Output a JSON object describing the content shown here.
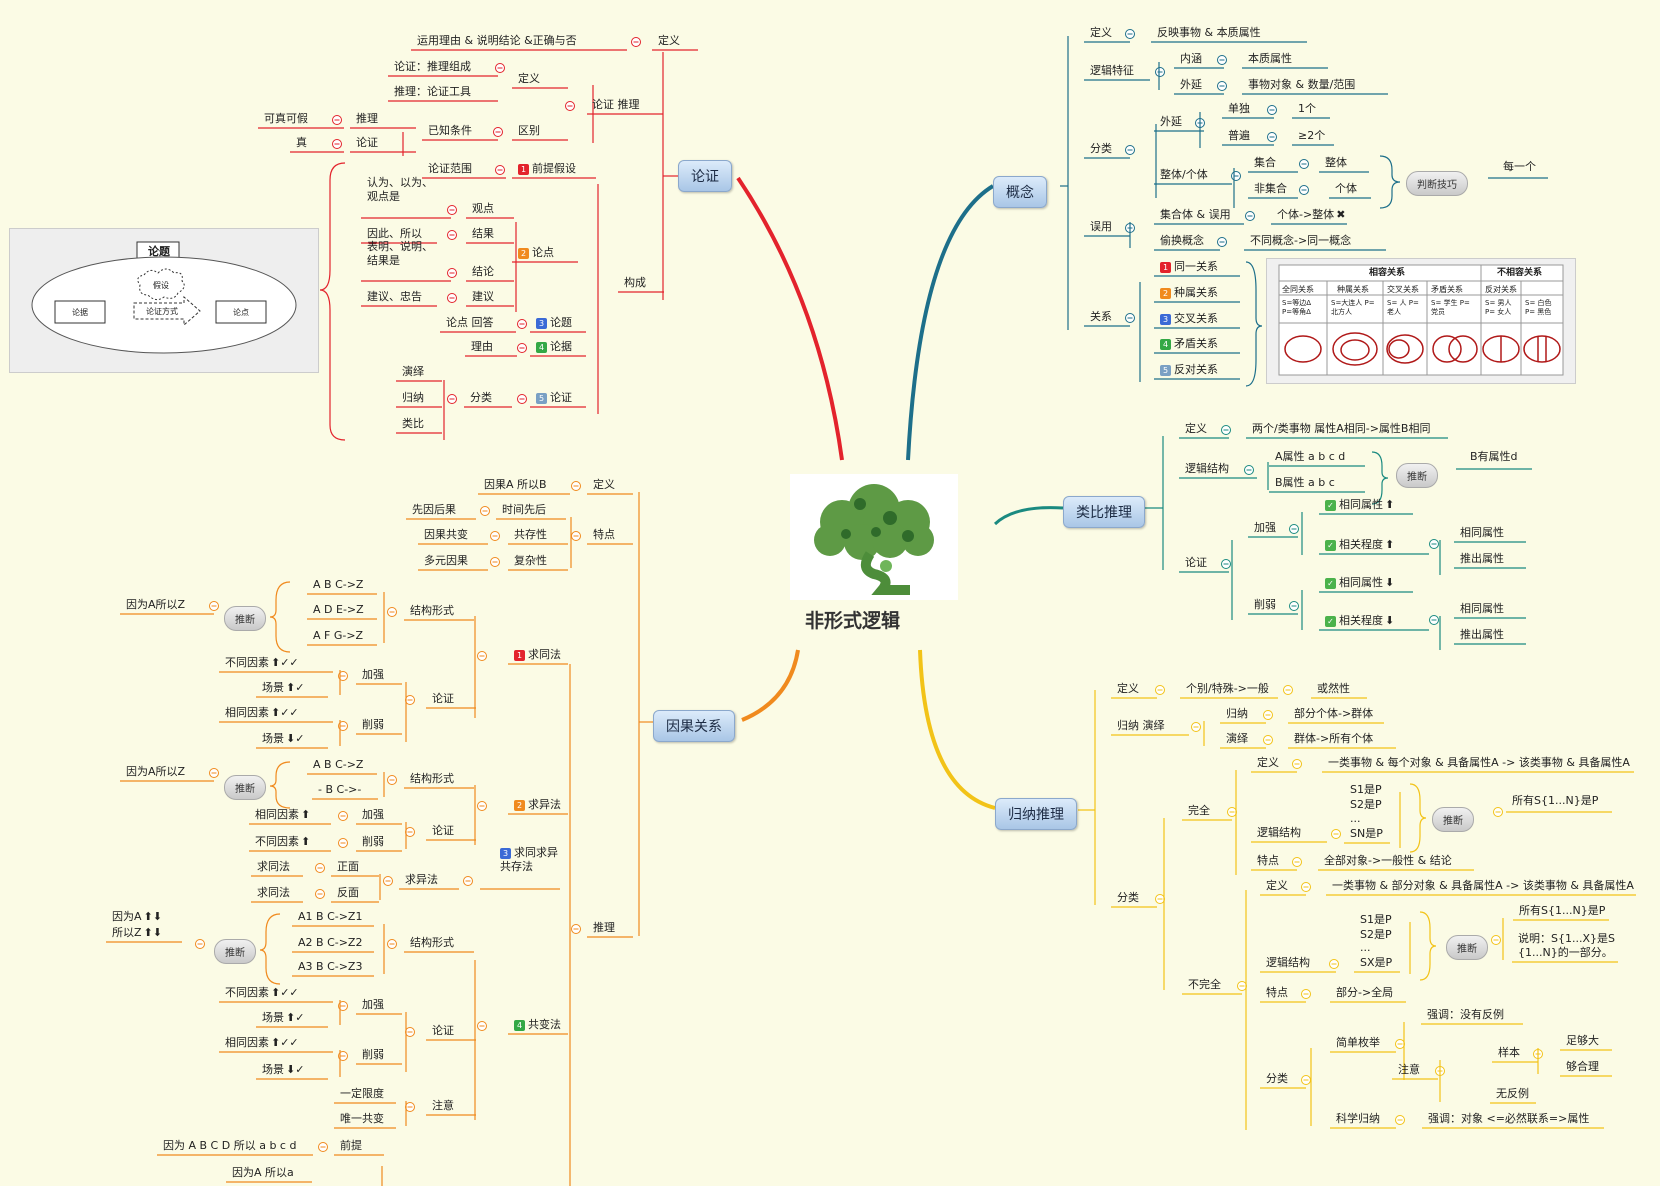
{
  "center": {
    "title": "非形式逻辑"
  },
  "main": {
    "lunzheng": "论证",
    "gainian": "概念",
    "leibi": "类比推理",
    "yinguo": "因果关系",
    "guina": "归纳推理"
  },
  "labels": {
    "tr1": "定义",
    "tr2": "运用理由 & 说明结论 &正确与否",
    "tr3": "论证 推理",
    "tr4": "定义",
    "tr5": "论证：推理组成",
    "tr6": "推理：论证工具",
    "tr7": "区别",
    "tr8": "已知条件",
    "tr9": "推理",
    "tr10": "可真可假",
    "tr11": "论证",
    "tr12": "真",
    "tr13": "构成",
    "tr14": "前提假设",
    "tr15": "论证范围",
    "tr16": "论点",
    "tr17": "观点",
    "tr18": "认为、以为、观点是",
    "tr19": "结果",
    "tr20": "因此、所以",
    "tr21": "结论",
    "tr22": "表明、说明、结果是",
    "tr23": "建议",
    "tr24": "建议、忠告",
    "tr25": "论题",
    "tr26": "论点 回答",
    "tr27": "论据",
    "tr28": "理由",
    "tr29": "论证",
    "tr30": "分类",
    "tr31": "演绎",
    "tr32": "归纳",
    "tr33": "类比",
    "g1": "定义",
    "g2": "反映事物 & 本质属性",
    "g3": "逻辑特征",
    "g4": "内涵",
    "g5": "本质属性",
    "g6": "外延",
    "g7": "事物对象 & 数量/范围",
    "g8": "分类",
    "g9": "外延",
    "g10": "单独",
    "g11": "1个",
    "g12": "普遍",
    "g13": "≥2个",
    "g14": "整体/个体",
    "g15": "集合",
    "g16": "整体",
    "g17": "非集合",
    "g18": "个体",
    "g19": "判断技巧",
    "g20": "每一个",
    "g21": "误用",
    "g22": "集合体 & 误用",
    "g23": "个体->整体",
    "g24": "偷换概念",
    "g25": "不同概念->同一概念",
    "g26": "关系",
    "g27": "同一关系",
    "g28": "种属关系",
    "g29": "交叉关系",
    "g30": "矛盾关系",
    "g31": "反对关系",
    "l1": "定义",
    "l2": "两个/类事物  属性A相同->属性B相同",
    "l3": "逻辑结构",
    "l4": "A属性 a b c d",
    "l5": "B属性 a b c",
    "l6": "推断",
    "l7": "B有属性d",
    "l8": "论证",
    "l9": "加强",
    "l10": "相同属性",
    "l11": "相关程度",
    "l12": "相同属性",
    "l13": "推出属性",
    "l14": "削弱",
    "l15": "相同属性",
    "l16": "相关程度",
    "l17": "相同属性",
    "l18": "推出属性",
    "y1": "定义",
    "y2": "因果A 所以B",
    "y3": "特点",
    "y4": "时间先后",
    "y5": "先因后果",
    "y6": "共存性",
    "y7": "因果共变",
    "y8": "复杂性",
    "y9": "多元因果",
    "y10": "推理",
    "y11": "求同法",
    "y12": "结构形式",
    "y13": "A B C->Z",
    "y14": "A D E->Z",
    "y15": "A F G->Z",
    "y16": "推断",
    "y17": "因为A所以Z",
    "y18": "论证",
    "y19": "加强",
    "y20": "不同因素",
    "y21": "场景",
    "y22": "削弱",
    "y23": "相同因素",
    "y24": "场景",
    "y25": "求异法",
    "y26": "结构形式",
    "y27": "A B C->Z",
    "y28": "- B C->-",
    "y29": "推断",
    "y30": "因为A所以Z",
    "y31": "论证",
    "y32": "加强",
    "y33": "相同因素",
    "y34": "削弱",
    "y35": "不同因素",
    "y36": "求同求异共存法",
    "y37": "求异法",
    "y38": "正面",
    "y39": "求同法",
    "y40": "反面",
    "y41": "求同法",
    "y42": "共变法",
    "y43": "结构形式",
    "y44": "A1 B C->Z1",
    "y45": "A2 B C->Z2",
    "y46": "A3 B C->Z3",
    "y47": "推断",
    "y48": "因为A",
    "y49": "所以Z",
    "y50": "论证",
    "y51": "加强",
    "y52": "不同因素",
    "y53": "场景",
    "y54": "削弱",
    "y55": "相同因素",
    "y56": "场景",
    "y57": "注意",
    "y58": "一定限度",
    "y59": "唯一共变",
    "y60": "前提",
    "y61": "因为 A B C D 所以 a b c d",
    "y62": "因为A 所以a",
    "n1": "定义",
    "n2": "个别/特殊->一般",
    "n3": "或然性",
    "n4": "归纳 演绎",
    "n5": "归纳",
    "n6": "部分个体->群体",
    "n7": "演绎",
    "n8": "群体->所有个体",
    "n9": "分类",
    "n10": "完全",
    "n11": "定义",
    "n12": "一类事物 & 每个对象 & 具备属性A -> 该类事物 & 具备属性A",
    "n13": "逻辑结构",
    "n14": "S1是P",
    "n15": "S2是P",
    "n16": "...",
    "n17": "SN是P",
    "n18": "推断",
    "n19": "所有S{1...N}是P",
    "n20": "特点",
    "n21": "全部对象->一般性 & 结论",
    "n22": "不完全",
    "n23": "定义",
    "n24": "一类事物 & 部分对象 & 具备属性A -> 该类事物 & 具备属性A",
    "n25": "所有S{1...N}是P",
    "n26": "说明：S{1...X}是S",
    "n27": "{1...N}的一部分。",
    "n28": "逻辑结构",
    "n29": "S1是P",
    "n30": "S2是P",
    "n31": "...",
    "n32": "SX是P",
    "n33": "推断",
    "n34": "特点",
    "n35": "部分->全局",
    "n36": "分类",
    "n37": "简单枚举",
    "n38": "强调：没有反例",
    "n39": "注意",
    "n40": "样本",
    "n41": "足够大",
    "n42": "够合理",
    "n43": "无反例",
    "n44": "科学归纳",
    "n45": "强调：对象 <=必然联系=>属性"
  },
  "thumb1": {
    "topic": "论题",
    "hyp": "假设",
    "arg": "论据",
    "mode": "论证方式",
    "pt": "论点"
  },
  "thumb2": {
    "h1": "相容关系",
    "h2": "不相容关系",
    "cols": [
      "全同关系",
      "种属关系",
      "交叉关系",
      "矛盾关系",
      "反对关系"
    ],
    "notes": [
      "S=等边Δ P=等角Δ",
      "S=大连人 P=北方人",
      "S= 人 P= 老人",
      "S= 学生 P= 党员",
      "S= 男人 P= 女人",
      "S= 白色 P= 黑色"
    ]
  },
  "colors": {
    "red": "#e3232c",
    "blue": "#1d6f8a",
    "teal": "#1a8a80",
    "orange": "#f08a1e",
    "yellow": "#f2c318"
  }
}
